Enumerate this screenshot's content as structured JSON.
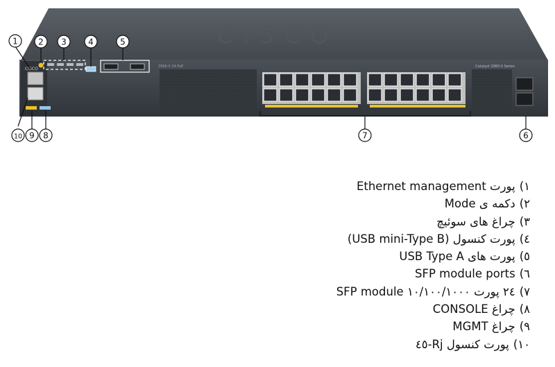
{
  "callouts": [
    "1",
    "2",
    "3",
    "4",
    "5",
    "6",
    "7",
    "8",
    "9",
    "10"
  ],
  "panel": {
    "brand": "CISCO",
    "model": "Catalyst 2960-X Series",
    "small_label_left": "2960-X 24 PoE"
  },
  "legend": [
    {
      "num": "۱)",
      "text": "پورت Ethernet management"
    },
    {
      "num": "۲)",
      "text": "دکمه ی Mode"
    },
    {
      "num": "۳)",
      "text": "چراغ های سوئیچ"
    },
    {
      "num": "٤)",
      "text": "پورت کنسول (USB mini-Type B)"
    },
    {
      "num": "٥)",
      "text": "پورت های USB Type A"
    },
    {
      "num": "٦)",
      "text": "SFP module ports"
    },
    {
      "num": "۷)",
      "text": "۲٤ پورت ۱۰/۱۰۰/۱۰۰۰ SFP module"
    },
    {
      "num": "۸)",
      "text": "چراغ CONSOLE"
    },
    {
      "num": "۹)",
      "text": "چراغ MGMT"
    },
    {
      "num": "۱۰)",
      "text": "پورت کنسول Rj-٤٥"
    }
  ],
  "colors": {
    "chassis": "#3d4248",
    "chassis_dark": "#2a2e33",
    "port": "#cfcfcf",
    "led_amber": "#e8c22a"
  }
}
